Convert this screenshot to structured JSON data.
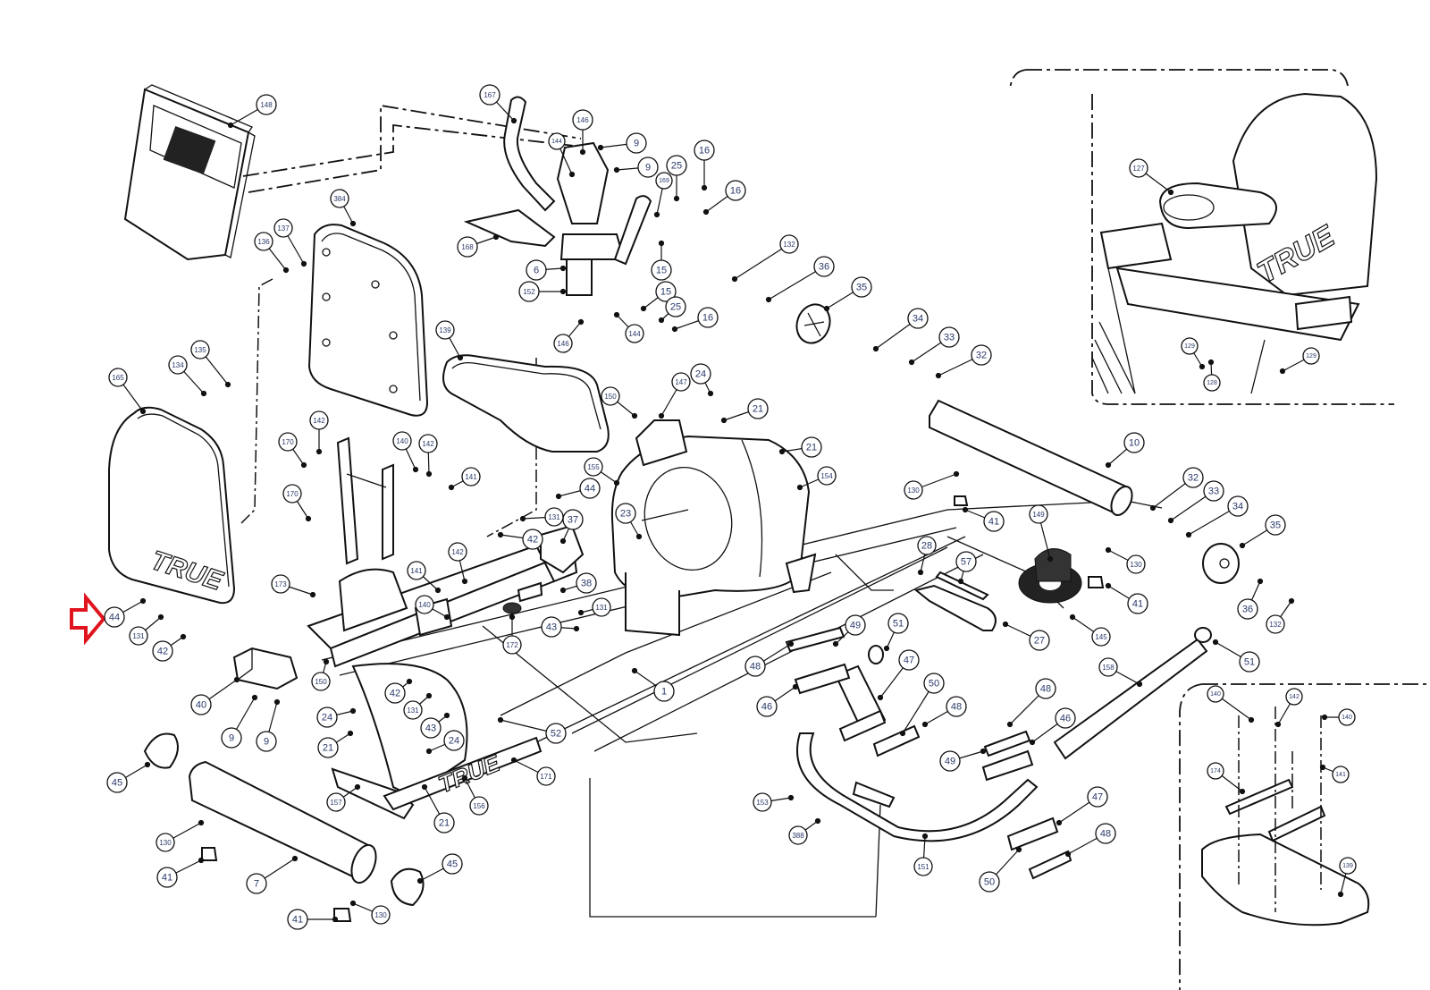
{
  "diagram": {
    "title": "Recumbent bike exploded parts diagram",
    "brand_logo_text": "TRUE",
    "highlight_color": "#e0141e",
    "highlighted_part": "44",
    "callouts": {
      "console": "148",
      "handlebar_left": "167",
      "console_bracket": "146",
      "console_screws": "144",
      "screw_9a": "9",
      "screw_9b": "9",
      "bolt_16a": "16",
      "bolt_16b": "16",
      "washer_25a": "25",
      "grip_169": "169",
      "tray_168": "168",
      "mast_6": "6",
      "washer_15a": "15",
      "washer_15b": "15",
      "tube_152": "152",
      "washer_25b": "25",
      "bolt_16c": "16",
      "clip_146b": "146",
      "clip_144b": "144",
      "seatback_384": "384",
      "bolt_136": "136",
      "nut_137": "137",
      "cover_165": "165",
      "screw_134": "134",
      "screw_135": "135",
      "seat_139": "139",
      "pin_170a": "170",
      "pin_170b": "170",
      "washer_142a": "142",
      "bolt_140a": "140",
      "washer_142b": "142",
      "nut_141a": "141",
      "cable_150a": "150",
      "clip_147": "147",
      "screw_24a": "24",
      "washer_21a": "21",
      "washer_21b": "21",
      "shroud_155": "155",
      "shroud_154": "154",
      "bolt_44b": "44",
      "crank_23": "23",
      "washer_131a": "131",
      "handle_37": "37",
      "nut_42a": "42",
      "washer_142c": "142",
      "nut_141b": "141",
      "bolt_173": "173",
      "bolt_140b": "140",
      "screw_38": "38",
      "washer_131b": "131",
      "nut_43a": "43",
      "knob_172": "172",
      "bolt_44": "44",
      "washer_131c": "131",
      "nut_42b": "42",
      "rail_150": "150",
      "block_40": "40",
      "screw_9c": "9",
      "screw_9d": "9",
      "nut_42c": "42",
      "washer_131d": "131",
      "nut_43b": "43",
      "screw_24b": "24",
      "washer_21c": "21",
      "screw_24c": "24",
      "cover_157": "157",
      "washer_21d": "21",
      "cover_156": "156",
      "frame_52": "52",
      "frame_1": "1",
      "decal_171": "171",
      "cap_45a": "45",
      "stabilizer_7": "7",
      "nut_130a": "130",
      "leveler_41a": "41",
      "cap_45b": "45",
      "nut_130b": "130",
      "leveler_41b": "41",
      "bolt_132a": "132",
      "washer_36a": "36",
      "wheel_35a": "35",
      "bearing_34a": "34",
      "spacer_33a": "33",
      "washer_32a": "32",
      "stabilizer_10": "10",
      "nut_130c": "130",
      "leveler_41c": "41",
      "pedal_149": "149",
      "washer_32b": "32",
      "spacer_33b": "33",
      "bearing_34b": "34",
      "wheel_35b": "35",
      "nut_130d": "130",
      "washer_36b": "36",
      "leveler_41d": "41",
      "bolt_132b": "132",
      "strap_145": "145",
      "screw_28": "28",
      "handle_57": "57",
      "handle_27": "27",
      "cap_51a": "51",
      "cap_51b": "51",
      "grip_158": "158",
      "pad_48a": "48",
      "screw_49a": "49",
      "sensor_46a": "46",
      "sensor_47a": "47",
      "pad_50a": "50",
      "pad_48b": "48",
      "pad_48c": "48",
      "sensor_46b": "46",
      "screw_49b": "49",
      "sensor_47b": "47",
      "pad_48d": "48",
      "pad_50b": "50",
      "cable_153": "153",
      "cable_388": "388",
      "handlebar_151": "151",
      "cupholder_127": "127",
      "screw_129a": "129",
      "plate_128": "128",
      "screw_129b": "129",
      "inset_bolt_140a": "140",
      "inset_washer_142": "142",
      "inset_bolt_140b": "140",
      "inset_bracket_174": "174",
      "inset_nut_141": "141",
      "inset_seat_139": "139"
    }
  }
}
